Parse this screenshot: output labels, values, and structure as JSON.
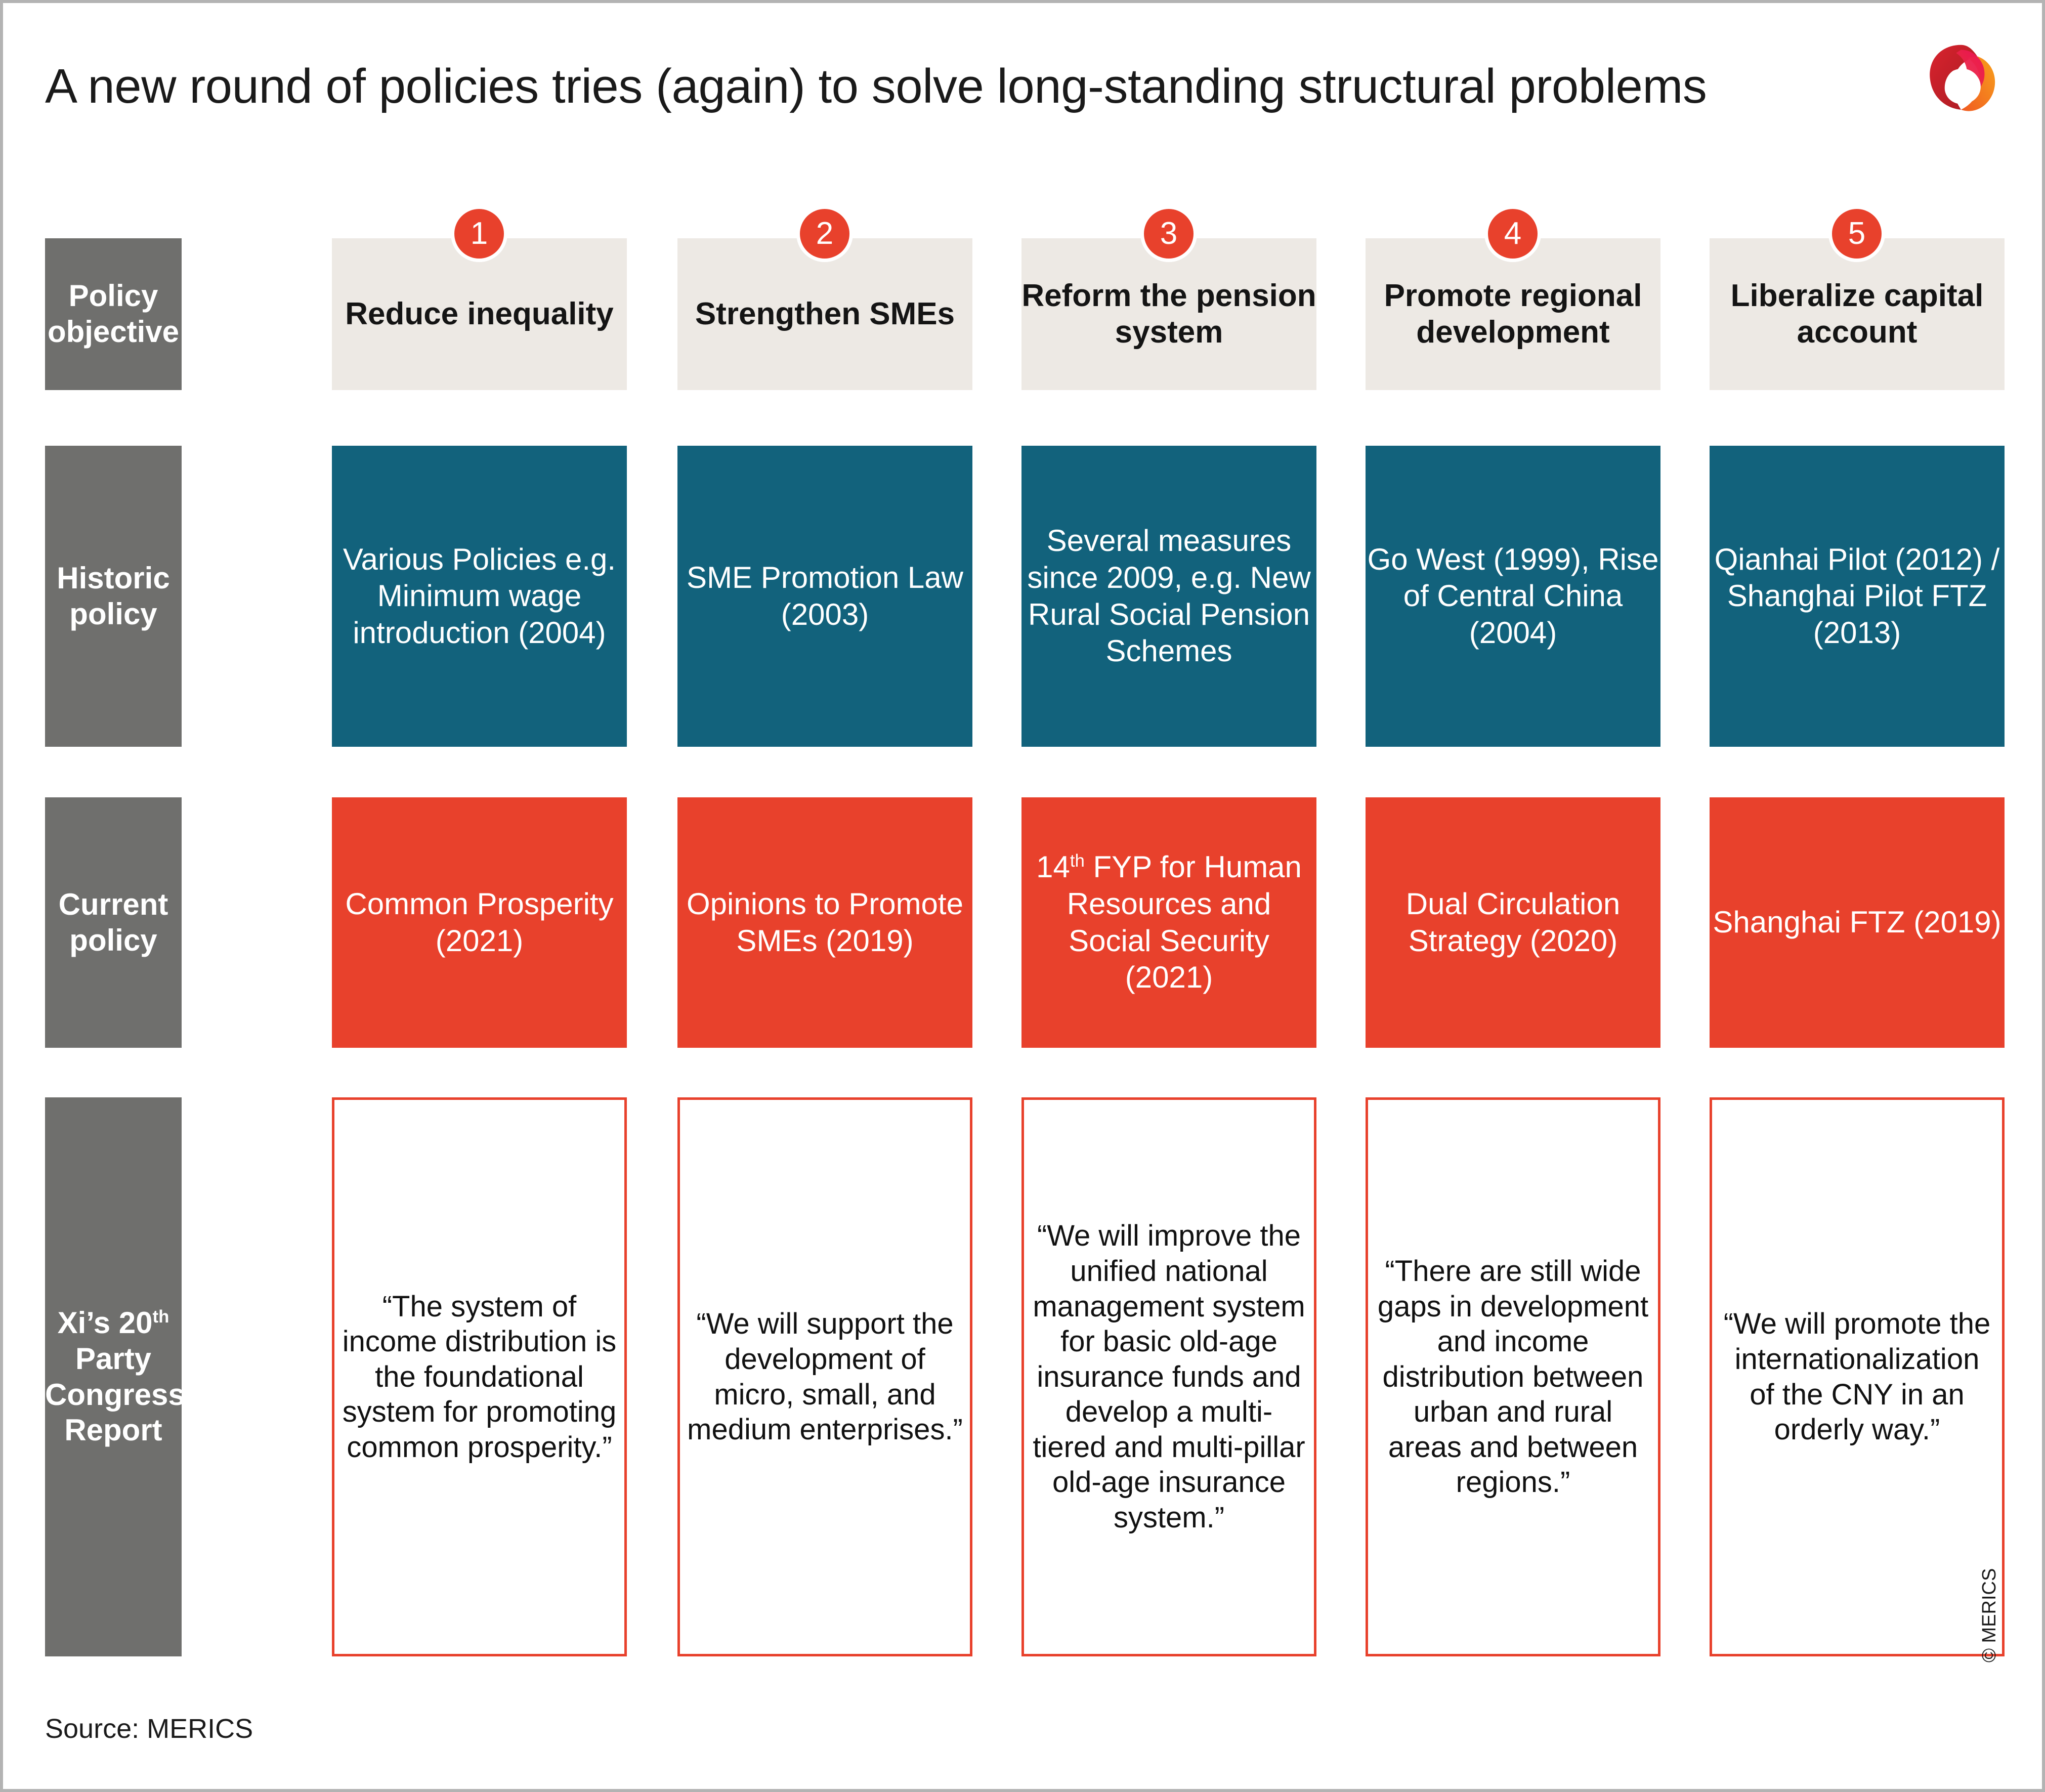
{
  "header": {
    "title": "A new round of policies tries (again) to solve long-standing structural problems",
    "logo_name": "merics-logo"
  },
  "colors": {
    "grey_label": "#6F6F6D",
    "objective_beige": "#EDE9E4",
    "historic_teal": "#12627C",
    "current_red": "#E8412C",
    "badge_red": "#E8412C",
    "quote_border": "#E8412C",
    "page_border": "#B3B3B3"
  },
  "row_labels": [
    "Policy\nobjective",
    "Historic\npolicy",
    "Current\npolicy",
    "Xi’s 20th Party Congress Report"
  ],
  "rows": {
    "policy_objective": "Policy objective",
    "historic_policy": "Historic policy",
    "current_policy": "Current policy",
    "party_congress_report": "Xi’s 20th Party Congress Report"
  },
  "columns": [
    {
      "number": "1",
      "objective": "Reduce inequality",
      "historic_policy": "Various Policies e.g. Minimum wage introduction (2004)",
      "current_policy": "Common Prosperity (2021)",
      "quote": "“The system of income distribution is the foundational system for promoting common prosperity.”"
    },
    {
      "number": "2",
      "objective": "Strengthen SMEs",
      "historic_policy": "SME Promotion Law (2003)",
      "current_policy": "Opinions to Promote SMEs (2019)",
      "quote": "“We will support the development of micro, small, and medium enterprises.”"
    },
    {
      "number": "3",
      "objective": "Reform the pension system",
      "historic_policy": "Several measures since 2009, e.g. New Rural Social Pension Schemes",
      "current_policy": "14th FYP for Human Resources and Social Security (2021)",
      "quote": "“We will improve the unified national management system for basic old-age insurance funds and develop a multi-tiered and multi-pillar old-age insurance system.”"
    },
    {
      "number": "4",
      "objective": "Promote regional development",
      "historic_policy": "Go West (1999), Rise of Central China (2004)",
      "current_policy": "Dual Circulation Strategy (2020)",
      "quote": "“There are still wide gaps in development and income distribution between urban and rural areas and between regions.”"
    },
    {
      "number": "5",
      "objective": "Liberalize capital account",
      "historic_policy": "Qianhai Pilot (2012) / Shanghai Pilot FTZ (2013)",
      "current_policy": "Shanghai FTZ (2019)",
      "quote": "“We will promote the internationalization of the CNY in an orderly way.”"
    }
  ],
  "footer": {
    "source": "Source: MERICS",
    "copyright": "© MERICS"
  }
}
